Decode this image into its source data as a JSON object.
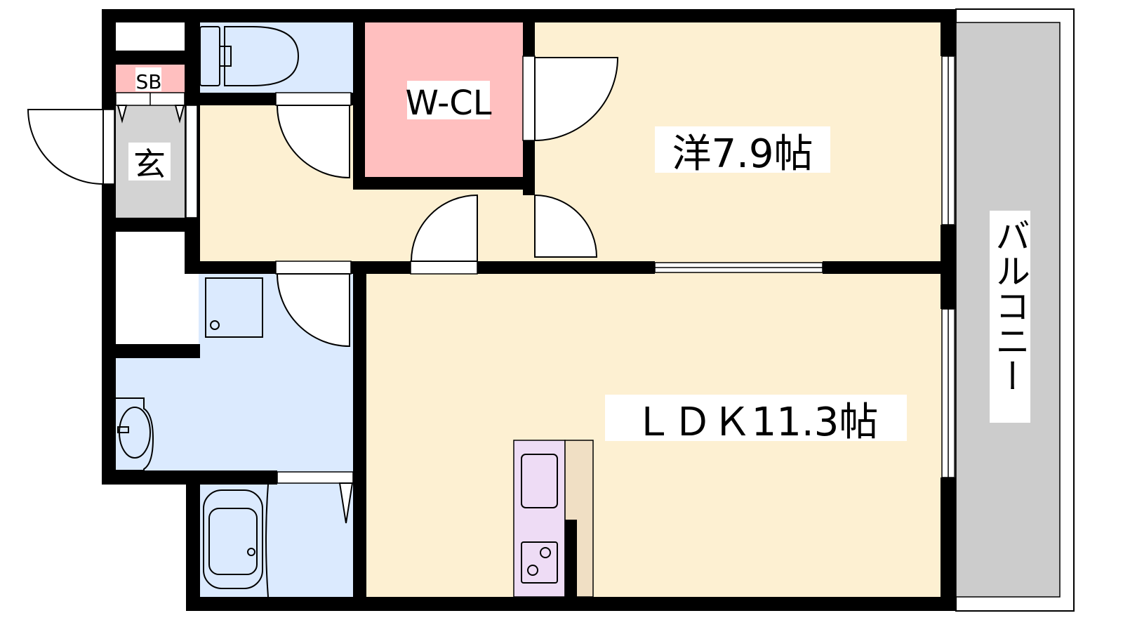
{
  "floor_plan": {
    "rooms": {
      "western_room": "洋7.9帖",
      "ldk": "ＬＤＫ11.3帖",
      "walk_in_closet": "W-CL",
      "entrance": "玄",
      "shoe_box": "SB",
      "balcony": "バルコニー"
    },
    "colors": {
      "living": "#fdf0d2",
      "wet_area": "#dbeafe",
      "closet": "#ffbfbf",
      "entrance": "#d3d3d3",
      "balcony": "#cccccc",
      "kitchen": "#eedcf5",
      "counter": "#f0dfc4"
    }
  }
}
